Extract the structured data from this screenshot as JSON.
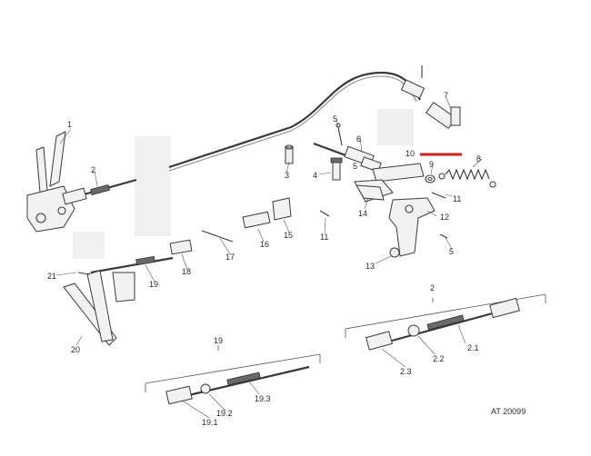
{
  "figure": {
    "reference_code": "AT 20099",
    "highlight_color": "#cc1f1f",
    "callouts": {
      "c1": "1",
      "c2": "2",
      "c3": "3",
      "c4": "4",
      "c5a": "5",
      "c5b": "5",
      "c5c": "5",
      "c6": "6",
      "c7": "7",
      "c8": "8",
      "c9": "9",
      "c10": "10",
      "c11a": "11",
      "c11b": "11",
      "c12": "12",
      "c13": "13",
      "c14": "14",
      "c15": "15",
      "c16": "16",
      "c17": "17",
      "c18": "18",
      "c19": "19",
      "c20": "20",
      "c21": "21"
    },
    "inset_2": {
      "title": "2",
      "p21": "2.1",
      "p22": "2.2",
      "p23": "2.3"
    },
    "inset_19": {
      "title": "19",
      "p191": "19.1",
      "p192": "19.2",
      "p193": "19.3"
    }
  }
}
